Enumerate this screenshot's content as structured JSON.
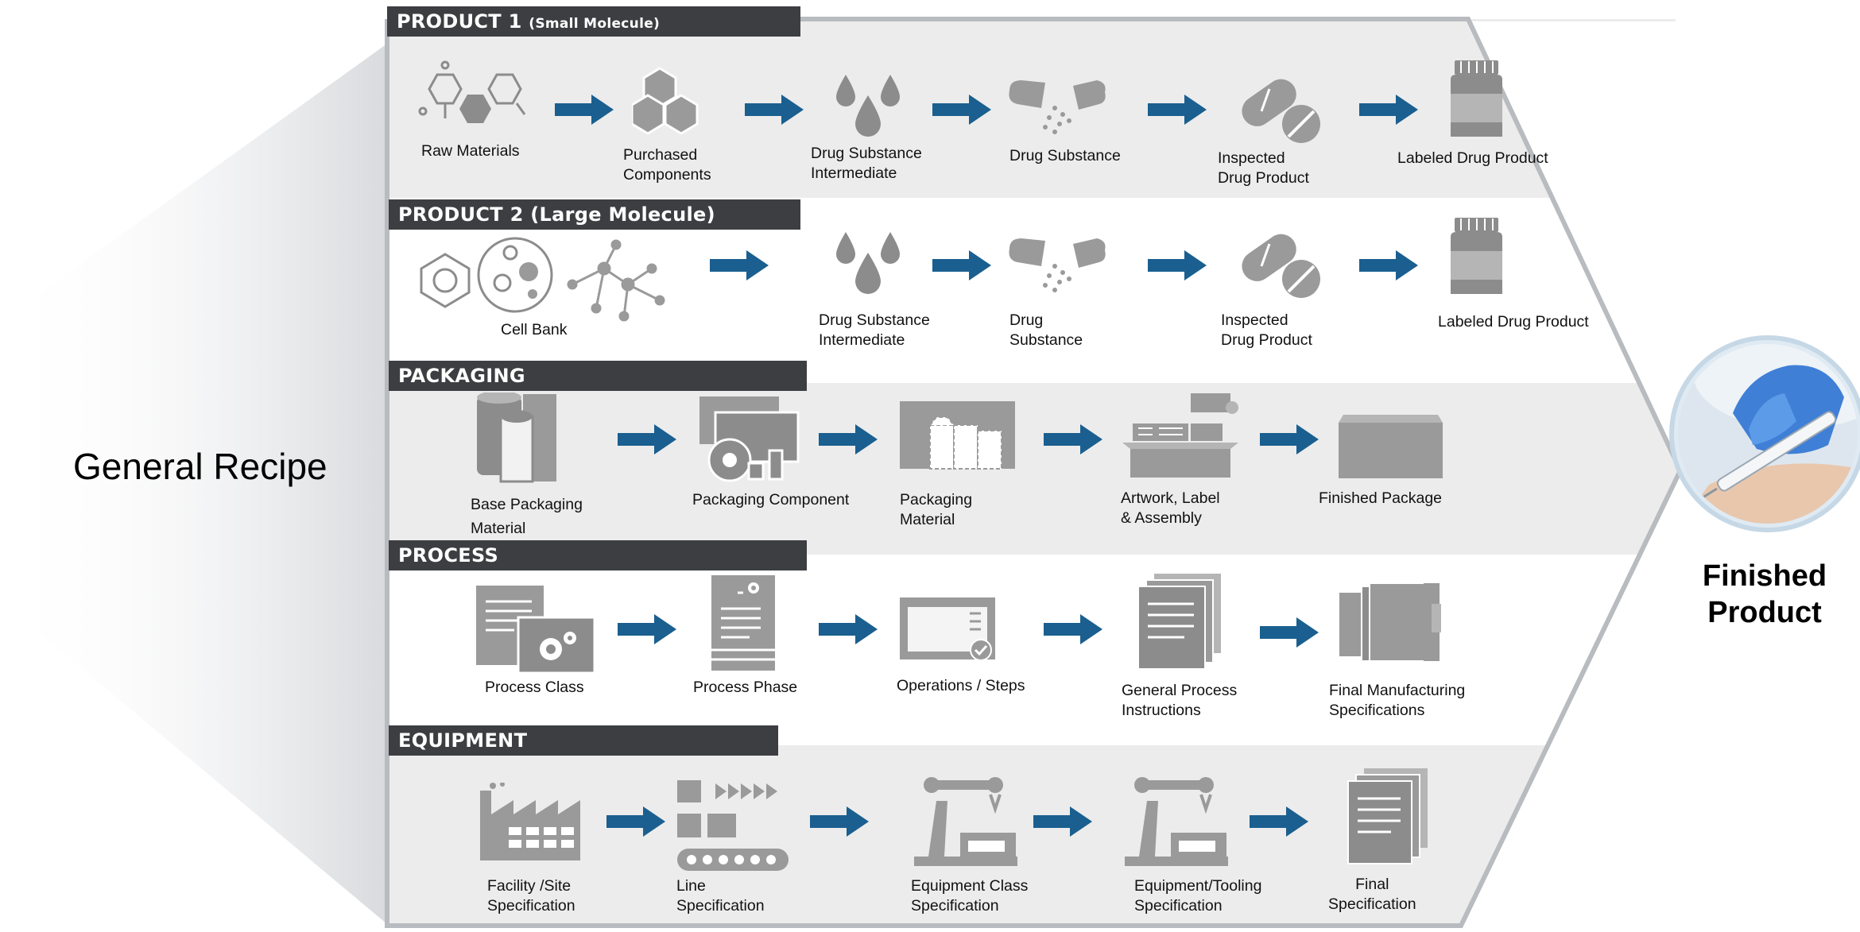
{
  "left_title": "General Recipe",
  "right_title": "Finished Product",
  "colors": {
    "arrow": "#1a5f8f",
    "header_bg": "#3c3e41",
    "icon_gray": "#8c8c8c",
    "band_gray": "#ececec"
  },
  "sections": [
    {
      "header": "PRODUCT 1",
      "header_sub": "(Small Molecule)",
      "steps": [
        {
          "label": "Raw Materials",
          "icon": "molecule-icon"
        },
        {
          "label": "Purchased\nComponents",
          "icon": "hexagon-cluster-icon"
        },
        {
          "label": "Drug Substance\nIntermediate",
          "icon": "droplets-icon"
        },
        {
          "label": "Drug  Substance",
          "icon": "capsule-open-icon"
        },
        {
          "label": "Inspected\nDrug Product",
          "icon": "pills-icon"
        },
        {
          "label": "Labeled Drug Product",
          "icon": "bottle-icon"
        }
      ]
    },
    {
      "header": "PRODUCT 2 (Large Molecule)",
      "header_sub": "",
      "steps": [
        {
          "label": "Cell Bank",
          "icon": "cells-icon"
        },
        {
          "label": "Drug Substance\nIntermediate",
          "icon": "droplets-icon"
        },
        {
          "label": "Drug\nSubstance",
          "icon": "capsule-open-icon"
        },
        {
          "label": "Inspected\nDrug Product",
          "icon": "pills-icon"
        },
        {
          "label": "Labeled Drug Product",
          "icon": "bottle-icon"
        }
      ]
    },
    {
      "header": "PACKAGING",
      "header_sub": "",
      "steps": [
        {
          "label": "Base Packaging\nMaterial",
          "icon": "rolls-icon"
        },
        {
          "label": "Packaging  Component",
          "icon": "components-icon"
        },
        {
          "label": "Packaging\nMaterial",
          "icon": "box-template-icon"
        },
        {
          "label": "Artwork, Label\n& Assembly",
          "icon": "assembly-icon"
        },
        {
          "label": "Finished  Package",
          "icon": "package-icon"
        }
      ]
    },
    {
      "header": "PROCESS",
      "header_sub": "",
      "steps": [
        {
          "label": "Process Class",
          "icon": "doc-gear-icon"
        },
        {
          "label": "Process Phase",
          "icon": "doc-gear-small-icon"
        },
        {
          "label": "Operations / Steps",
          "icon": "checklist-icon"
        },
        {
          "label": "General Process\nInstructions",
          "icon": "documents-icon"
        },
        {
          "label": "Final Manufacturing\nSpecifications",
          "icon": "binder-icon"
        }
      ]
    },
    {
      "header": "EQUIPMENT",
      "header_sub": "",
      "steps": [
        {
          "label": "Facility /Site\nSpecification",
          "icon": "factory-icon"
        },
        {
          "label": "Line\nSpecification",
          "icon": "conveyor-icon"
        },
        {
          "label": "Equipment Class\nSpecification",
          "icon": "robot-arm-icon"
        },
        {
          "label": "Equipment/Tooling\nSpecification",
          "icon": "robot-arm-icon"
        },
        {
          "label": "Final\nSpecification",
          "icon": "documents-icon"
        }
      ]
    }
  ]
}
